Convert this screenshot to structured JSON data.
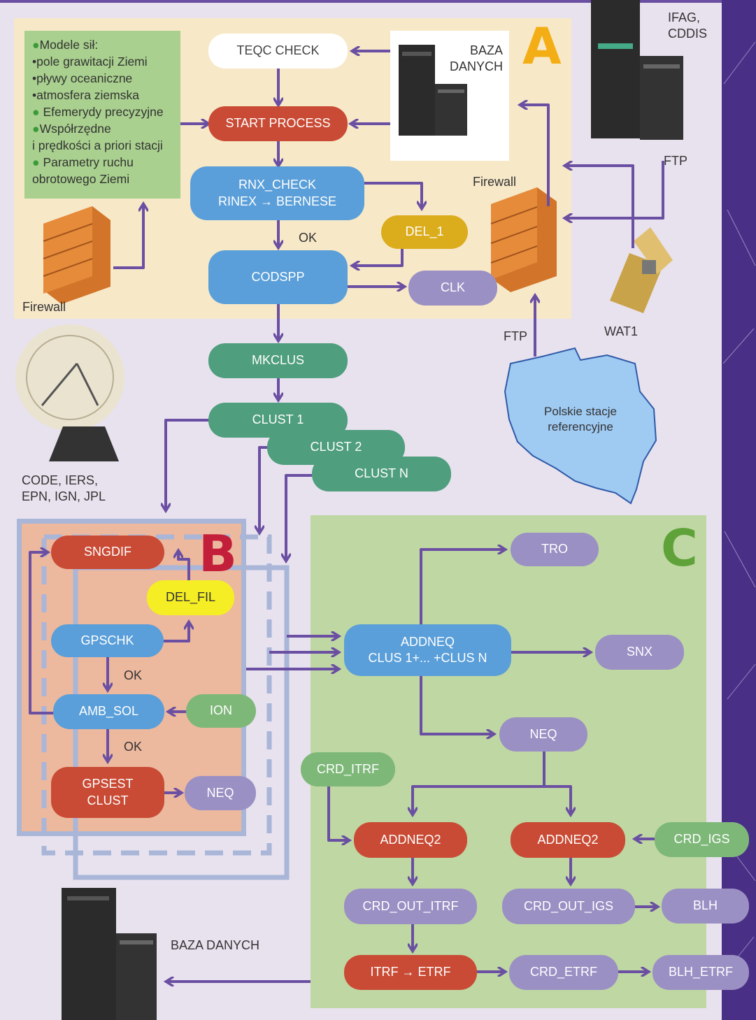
{
  "colors": {
    "panel_a": "#f7e8c8",
    "panel_b": "#ecb89e",
    "panel_c": "#bfd7a2",
    "arrow": "#6a4fa2",
    "letter_a": "#f4ae15",
    "letter_b": "#c31f3a",
    "letter_c": "#5fa23a"
  },
  "section_letters": {
    "a": "A",
    "b": "B",
    "c": "C"
  },
  "info_box": {
    "lines": [
      "Modele sił:",
      "•pole grawitacji Ziemi",
      "•pływy oceaniczne",
      "•atmosfera ziemska",
      "Efemerydy precyzyjne",
      "Współrzędne",
      "i prędkości a priori stacji",
      "Parametry ruchu",
      "obrotowego Ziemi"
    ]
  },
  "labels": {
    "firewall_left": "Firewall",
    "firewall_right": "Firewall",
    "baza_top": "BAZA\nDANYCH",
    "ifag": "IFAG,\nCDDIS",
    "ftp_top": "FTP",
    "ftp_bottom": "FTP",
    "wat1": "WAT1",
    "ok1": "OK",
    "ok2": "OK",
    "ok3": "OK",
    "dish": "CODE, IERS,\nEPN, IGN, JPL",
    "poland": "Polskie stacje\nreferencyjne",
    "baza_bottom": "BAZA DANYCH"
  },
  "nodes": {
    "teqc": "TEQC CHECK",
    "start": "START PROCESS",
    "rnx": "RNX_CHECK\nRINEX → BERNESE",
    "del1": "DEL_1",
    "codspp": "CODSPP",
    "clk": "CLK",
    "mkclus": "MKCLUS",
    "clust1": "CLUST 1",
    "clust2": "CLUST 2",
    "clustn": "CLUST N",
    "sngdif": "SNGDIF",
    "delfil": "DEL_FIL",
    "gpschk": "GPSCHK",
    "ambsol": "AMB_SOL",
    "ion": "ION",
    "gpsest": "GPSEST\nCLUST",
    "neq_b": "NEQ",
    "tro": "TRO",
    "addneq": "ADDNEQ\nCLUS 1+... +CLUS N",
    "snx": "SNX",
    "neq_c": "NEQ",
    "crditrf": "CRD_ITRF",
    "addneq2a": "ADDNEQ2",
    "addneq2b": "ADDNEQ2",
    "crdigs": "CRD_IGS",
    "crdoutitrf": "CRD_OUT_ITRF",
    "crdoutigs": "CRD_OUT_IGS",
    "blh": "BLH",
    "itrfetrf": "ITRF → ETRF",
    "crdetrf": "CRD_ETRF",
    "blhetrf": "BLH_ETRF"
  }
}
